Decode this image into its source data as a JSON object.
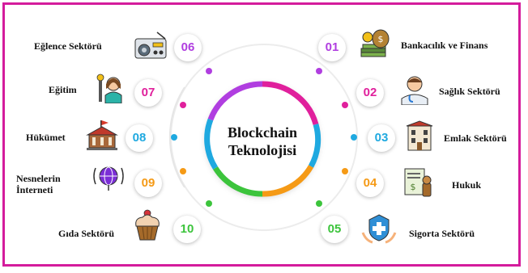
{
  "center": {
    "line1": "Blockchain",
    "line2": "Teknolojisi"
  },
  "colors": {
    "frame": "#d41c9c",
    "purple": "#b03ee0",
    "pink": "#e0209c",
    "blue": "#1fa9e0",
    "orange": "#f59a16",
    "green": "#3cc43c"
  },
  "sectors": [
    {
      "num": "01",
      "label": "Bankacılık ve Finans",
      "icon": "money-bag-icon",
      "color": "#b03ee0"
    },
    {
      "num": "02",
      "label": "Sağlık Sektörü",
      "icon": "doctor-icon",
      "color": "#e0209c"
    },
    {
      "num": "03",
      "label": "Emlak Sektörü",
      "icon": "building-icon",
      "color": "#1fa9e0"
    },
    {
      "num": "04",
      "label": "Hukuk",
      "icon": "legal-document-icon",
      "color": "#f59a16"
    },
    {
      "num": "05",
      "label": "Sigorta Sektörü",
      "icon": "insurance-shield-icon",
      "color": "#3cc43c"
    },
    {
      "num": "06",
      "label": "Eğlence Sektörü",
      "icon": "radio-icon",
      "color": "#b03ee0"
    },
    {
      "num": "07",
      "label": "Eğitim",
      "icon": "teacher-icon",
      "color": "#e0209c"
    },
    {
      "num": "08",
      "label": "Hükümet",
      "icon": "government-building-icon",
      "color": "#1fa9e0"
    },
    {
      "num": "09",
      "label_line1": "Nesnelerin",
      "label_line2": "İnterneti",
      "icon": "iot-globe-icon",
      "color": "#f59a16"
    },
    {
      "num": "10",
      "label": "Gıda Sektörü",
      "icon": "cupcake-icon",
      "color": "#3cc43c"
    }
  ]
}
